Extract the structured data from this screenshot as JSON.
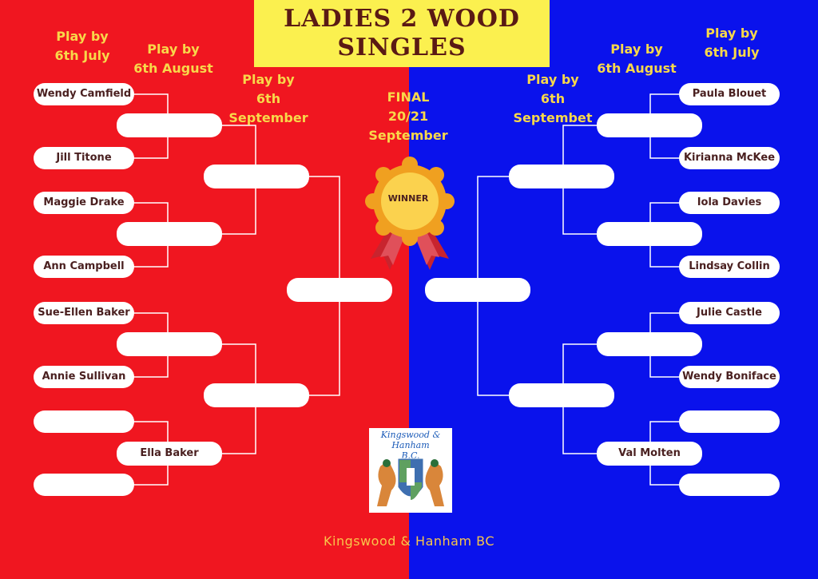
{
  "title": {
    "line1": "LADIES 2 WOOD",
    "line2": "SINGLES"
  },
  "round_labels": {
    "left_r1": [
      "Play by",
      "6th July"
    ],
    "left_r2": [
      "Play by",
      "6th August"
    ],
    "left_r3": [
      "Play by",
      "6th",
      "September"
    ],
    "final": [
      "FINAL",
      "20/21",
      "September"
    ],
    "right_r3": [
      "Play by",
      "6th",
      "Septembet"
    ],
    "right_r2": [
      "Play by",
      "6th August"
    ],
    "right_r1": [
      "Play by",
      "6th July"
    ]
  },
  "winner_label": "WINNER",
  "left_bracket": {
    "round1": [
      "Wendy Camfield",
      "Jill Titone",
      "Maggie Drake",
      "Ann Campbell",
      "Sue-Ellen Baker",
      "Annie Sullivan",
      "",
      ""
    ],
    "round2": [
      "",
      "",
      "",
      "Ella Baker"
    ],
    "round3": [
      "",
      ""
    ],
    "semi": ""
  },
  "right_bracket": {
    "round1": [
      "Paula Blouet",
      "Kirianna McKee",
      "Iola Davies",
      "Lindsay Collin",
      "Julie Castle",
      "Wendy Boniface",
      "",
      ""
    ],
    "round2": [
      "",
      "",
      "",
      "Val Molten"
    ],
    "round3": [
      "",
      ""
    ],
    "semi": ""
  },
  "logo": {
    "name_line1": "Kingswood & Hanham",
    "name_line2": "B.C."
  },
  "footer": "Kingswood & Hanham BC",
  "colors": {
    "left_bg": "#f01620",
    "right_bg": "#0a12ec",
    "title_bg": "#fbf04f",
    "label": "#f8d84a",
    "slot": "#ffffff",
    "connector": "#ffffff"
  }
}
